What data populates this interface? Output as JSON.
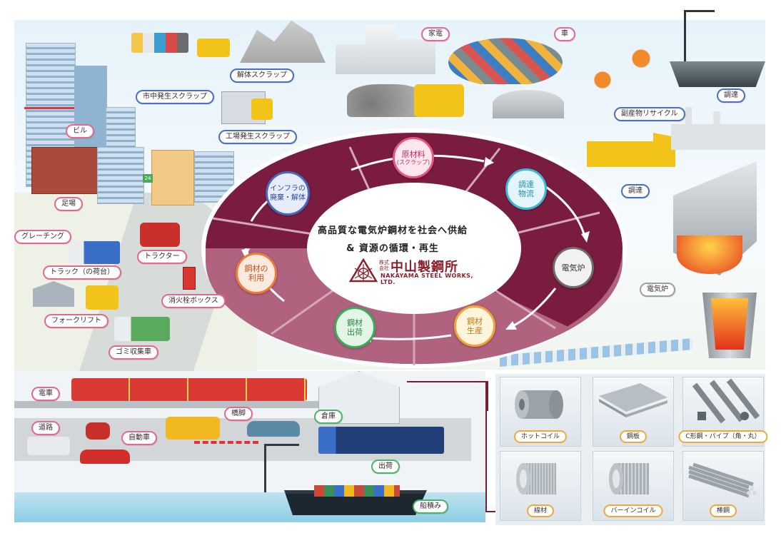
{
  "center": {
    "line1": "高品質な電気炉鋼材を社会へ供給",
    "line2": "& 資源の循環・再生",
    "logo_kk": "株式会社",
    "logo_jp": "中山製鋼所",
    "logo_en": "NAKAYAMA STEEL WORKS, LTD."
  },
  "cycle_nodes": [
    {
      "line1": "原材料",
      "line2": "(スクラップ)",
      "color": "#e8587e"
    },
    {
      "line1": "調達",
      "line2": "物流",
      "color": "#3ab8d6"
    },
    {
      "line1": "電気炉",
      "line2": "",
      "color": "#6d6d6d"
    },
    {
      "line1": "鋼材",
      "line2": "生産",
      "color": "#f0a535"
    },
    {
      "line1": "鋼材",
      "line2": "出荷",
      "color": "#3aae55"
    },
    {
      "line1": "鋼材の",
      "line2": "利用",
      "color": "#f07a3a"
    },
    {
      "line1": "インフラの",
      "line2": "廃棄・解体",
      "color": "#4a69bd"
    }
  ],
  "labels": {
    "kaitai": "解体スクラップ",
    "shichu": "市中発生スクラップ",
    "kojo": "工場発生スクラップ",
    "kaden": "家電",
    "kuruma": "車",
    "fukusan": "副産物リサイクル",
    "chotatsu1": "調達",
    "chotatsu2": "調達",
    "denkiro": "電気炉",
    "biru": "ビル",
    "ashiba": "足場",
    "grating": "グレーチング",
    "tractor": "トラクター",
    "truck": "トラック（の荷台）",
    "shokaki": "消火栓ボックス",
    "forklift": "フォークリフト",
    "gomi": "ゴミ収集車",
    "densha": "電車",
    "kyoukyaku": "橋脚",
    "douro": "道路",
    "jidousha": "自動車",
    "souko": "倉庫",
    "shukka": "出荷",
    "funazumi": "船積み",
    "building_sign": "24"
  },
  "products": [
    {
      "label": "ホットコイル",
      "icon": "hot-coil-icon"
    },
    {
      "label": "鋼板",
      "icon": "steel-plate-icon"
    },
    {
      "label": "C形鋼・パイプ（角・丸）",
      "icon": "c-channel-pipe-icon"
    },
    {
      "label": "線材",
      "icon": "wire-rod-icon"
    },
    {
      "label": "バーインコイル",
      "icon": "bar-in-coil-icon"
    },
    {
      "label": "棒鋼",
      "icon": "steel-bar-icon"
    }
  ],
  "colors": {
    "ring_dark": "#7a1c3f",
    "ring_light": "#b0627f",
    "divider": "#c98fa6",
    "pill_border": "#e4688d",
    "accent_red": "#8b1f2a"
  }
}
